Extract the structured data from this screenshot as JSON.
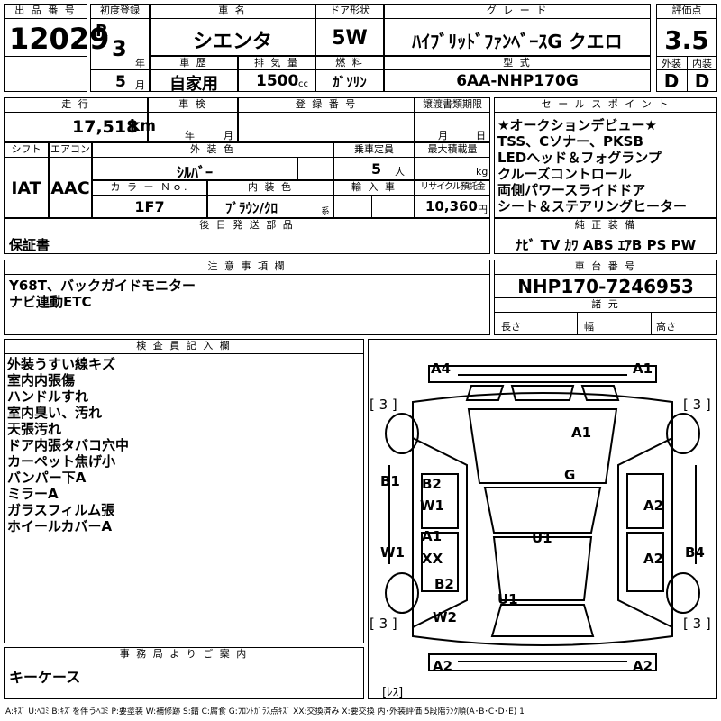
{
  "header": {
    "lot_label": "出 品 番 号",
    "lot_number": "12029",
    "first_reg_label": "初度登録",
    "era": "R",
    "year": "3",
    "year_unit": "年",
    "month": "5",
    "month_unit": "月",
    "name_label": "車 名",
    "car_name": "シエンタ",
    "door_label": "ドア形状",
    "door": "5W",
    "grade_label": "グ レ ー ド",
    "grade": "ﾊｲﾌﾞﾘｯﾄﾞﾌｧﾝﾍﾞｰｽG クエロ",
    "score_label": "評価点",
    "score": "3.5",
    "history_label": "車 歴",
    "history": "自家用",
    "cc_label": "排 気 量",
    "cc": "1500",
    "cc_unit": "cc",
    "fuel_label": "燃 料",
    "fuel": "ｶﾞｿﾘﾝ",
    "model_label": "型 式",
    "model": "6AA-NHP170G",
    "ext_label": "外装",
    "ext": "D",
    "int_label": "内装",
    "int": "D"
  },
  "row2": {
    "mileage_label": "走 行",
    "mileage": "17,518",
    "mileage_unit": "km",
    "inspection_label": "車 検",
    "insp_year": "年",
    "insp_month": "月",
    "reg_label": "登 録 番 号",
    "transfer_label": "譲渡書類期限",
    "tr_month": "月",
    "tr_day": "日"
  },
  "row3": {
    "shift_label": "シフト",
    "shift": "IAT",
    "ac_label": "エアコン",
    "ac": "AAC",
    "color_label": "外 装 色",
    "color": "ｼﾙﾊﾞｰ",
    "capacity_label": "乗車定員",
    "capacity": "5",
    "capacity_unit": "人",
    "load_label": "最大積載量",
    "load_unit": "kg",
    "colorno_label": "カ ラ ー Ｎｏ.",
    "colorno": "1F7",
    "interior_label": "内 装 色",
    "interior": "ﾌﾞﾗｳﾝ/ｸﾛ",
    "interior_unit": "系",
    "import_label": "輸 入 車",
    "recycle_label": "リサイクル預託金",
    "recycle": "10,360",
    "recycle_unit": "円"
  },
  "later": {
    "label": "後 日 発 送 部 品",
    "value": "保証書"
  },
  "sales": {
    "label": "セ ー ル ス ポ イ ン ト",
    "items": [
      "★オークションデビュー★",
      "TSS、Cソナー、PKSB",
      "LEDヘッド＆フォグランプ",
      "クルーズコントロール",
      "両側パワースライドドア",
      "シート＆ステアリングヒーター"
    ]
  },
  "equip": {
    "label": "純 正 装 備",
    "value": "ﾅﾋﾞ TV ｶﾜ ABS ｴｱB PS PW"
  },
  "notes": {
    "label": "注 意 事 項 欄",
    "lines": [
      "Y68T、バックガイドモニター",
      "ナビ連動ETC"
    ]
  },
  "chassis": {
    "label": "車 台 番 号",
    "value": "NHP170-7246953",
    "dims_label": "諸 元",
    "length": "長さ",
    "width": "幅",
    "height": "高さ"
  },
  "inspector": {
    "label": "検 査 員 記 入 欄",
    "lines": [
      "外装うすい線キズ",
      "室内内張傷",
      "ハンドルすれ",
      "室内臭い、汚れ",
      "天張汚れ",
      "ドア内張タバコ穴中",
      "カーペット焦げ小",
      "バンパー下A",
      "ミラーA",
      "ガラスフィルム張",
      "ホイールカバーA"
    ]
  },
  "diagram": {
    "marks": {
      "a4": "A4",
      "a1_tr": "A1",
      "t3_l": "[ 3 ]",
      "t3_r": "[ 3 ]",
      "a1_hood": "A1",
      "g": "G",
      "b1": "B1",
      "b2_top": "B2",
      "w1_top": "W1",
      "a2_rt": "A2",
      "a1_mid": "A1",
      "xx": "XX",
      "u1_mid": "U1",
      "w1_l": "W1",
      "a2_rm": "A2",
      "b4": "B4",
      "b2_bot": "B2",
      "u1_bot": "U1",
      "w2": "W2",
      "b3_l": "[ 3 ]",
      "b3_r": "[ 3 ]",
      "a2_bl": "A2",
      "a2_br": "A2",
      "res": "[ﾚｽ]"
    }
  },
  "office": {
    "label": "事 務 局 よ り ご 案 内",
    "value": "キーケース"
  },
  "legend": "A:ｷｽﾞ U:ﾍｺﾐ B:ｷｽﾞを伴うﾍｺﾐ P:要塗装 W:補修跡 S:錆 C:腐食 G:ﾌﾛﾝﾄｶﾞﾗｽ点ｷｽﾞ XX:交換済み X:要交換 内･外装評価 5段階ﾗﾝｸ順(A･B･C･D･E) 1"
}
